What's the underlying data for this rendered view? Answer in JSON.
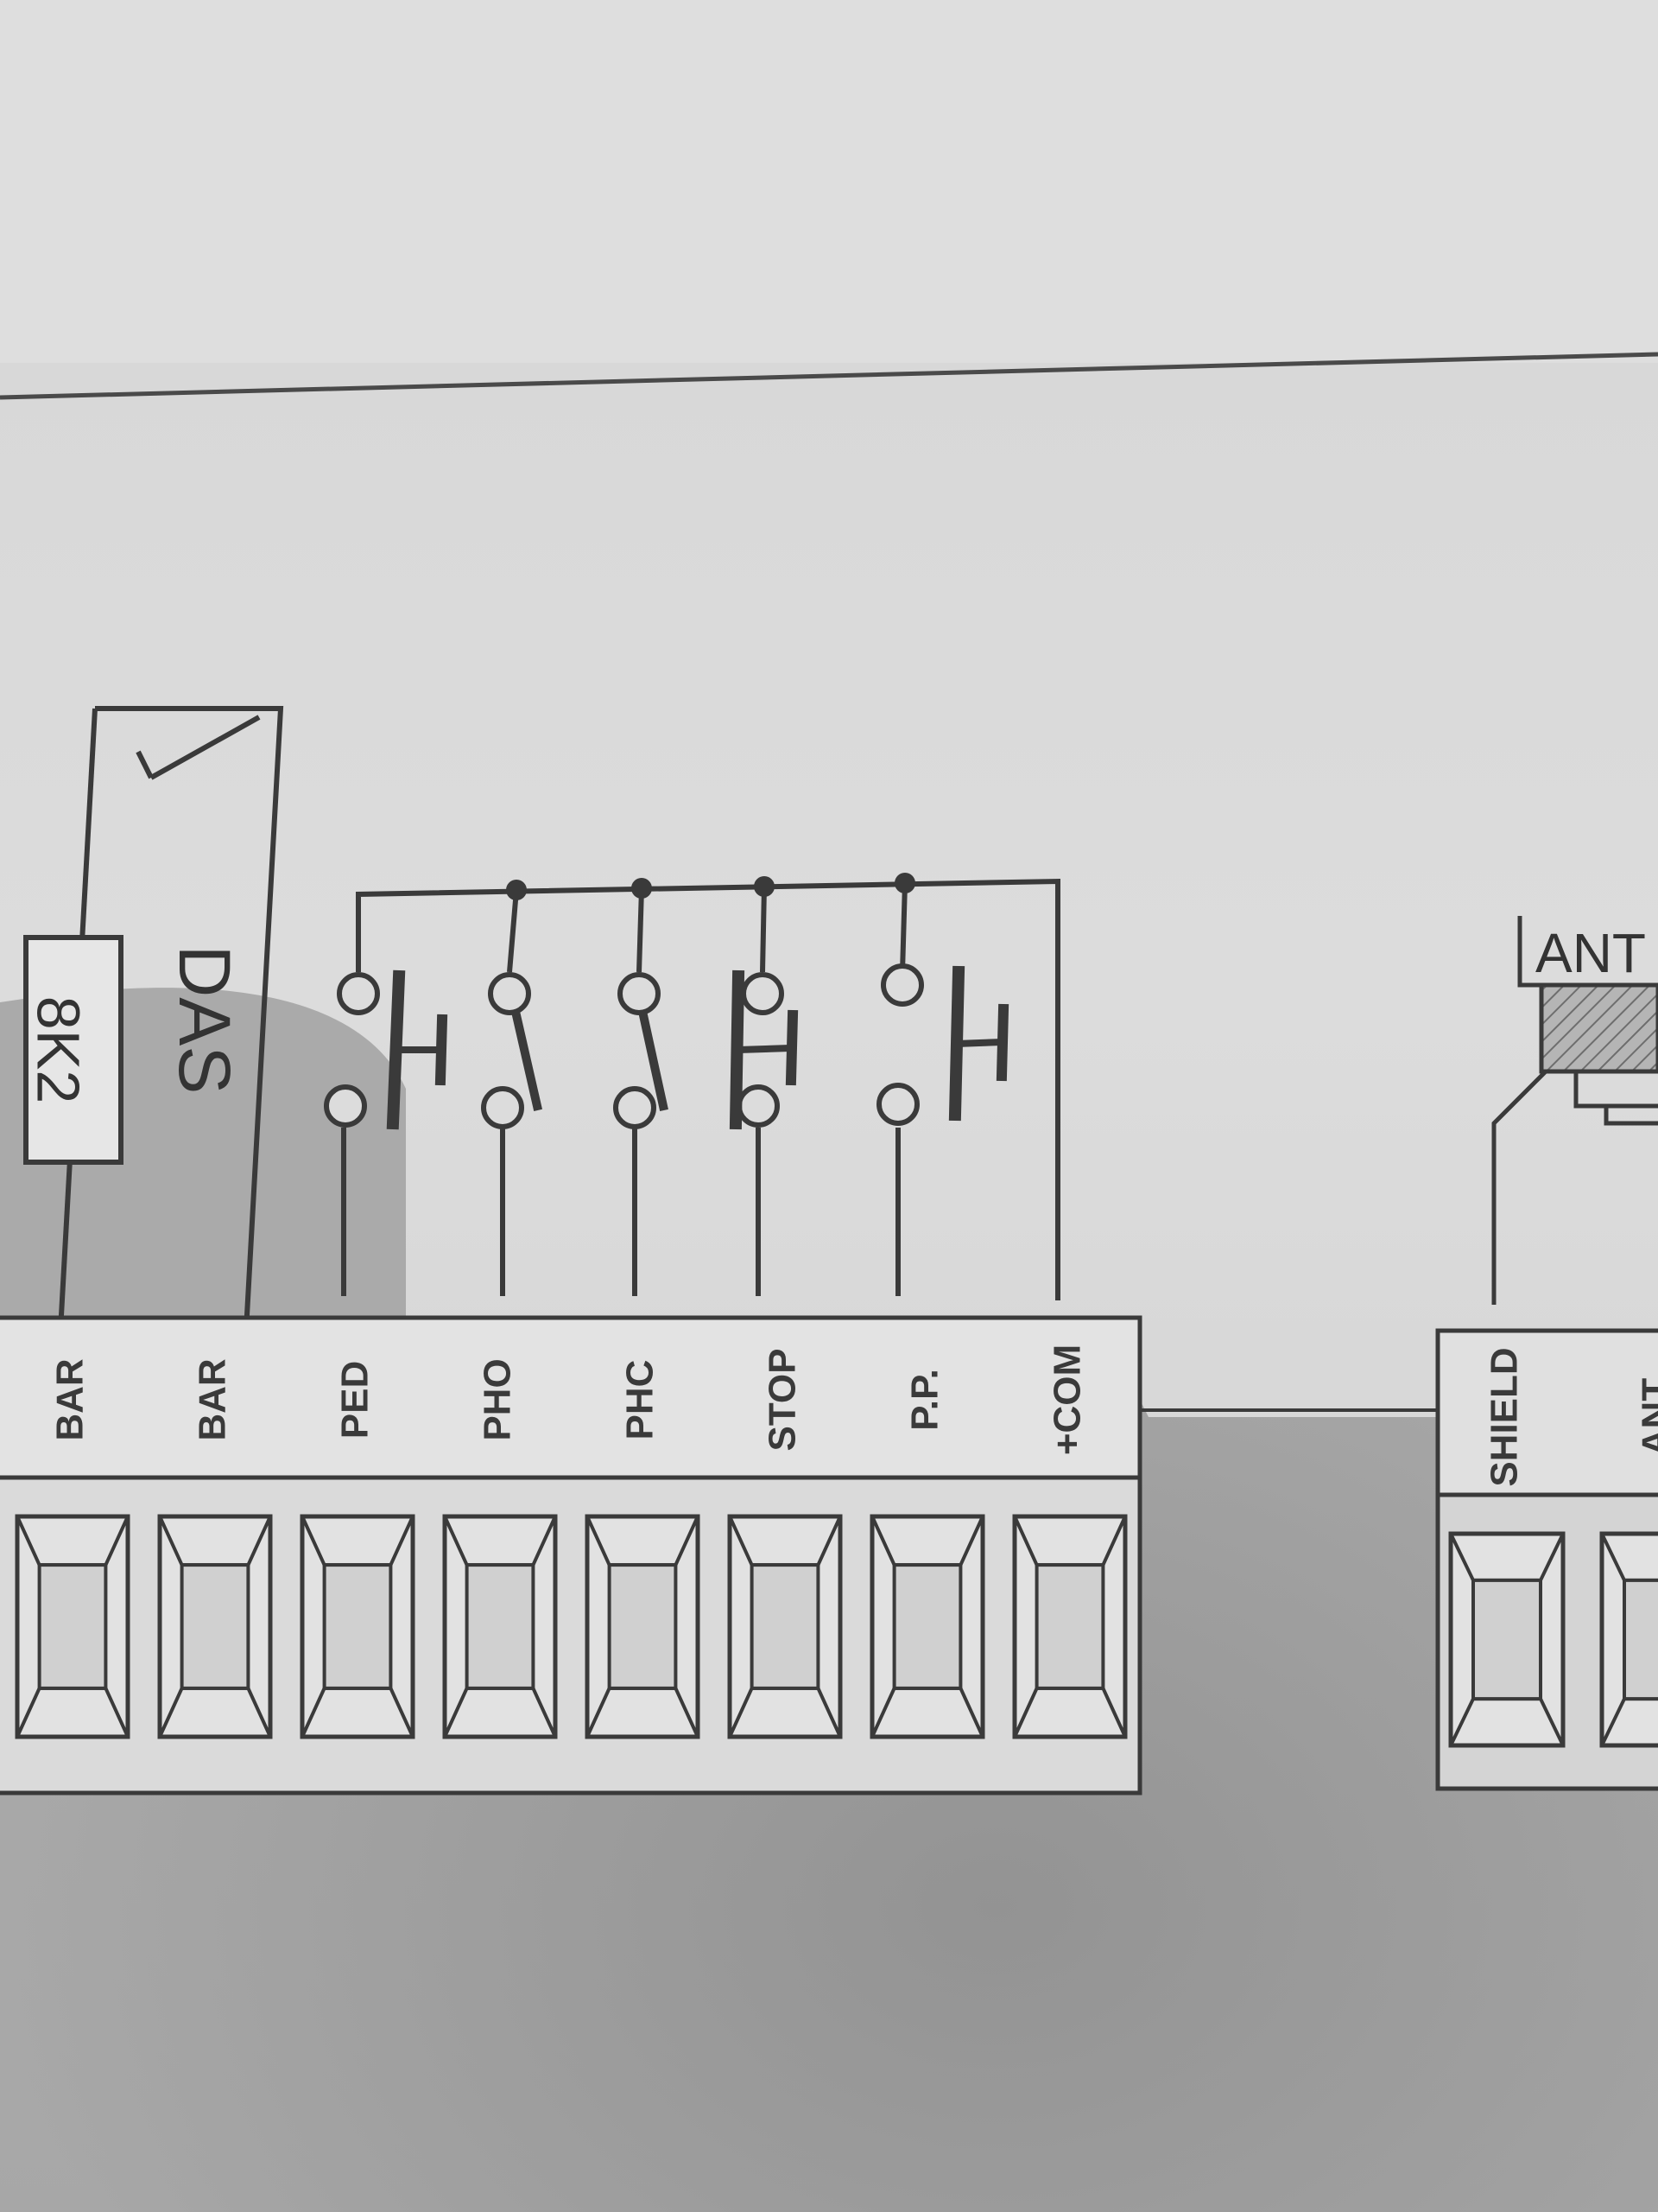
{
  "colors": {
    "paper": "#e4e4e4",
    "ink": "#3a3a3a",
    "shadow": "#8f8f8f"
  },
  "resistor": {
    "label": "8K2"
  },
  "safety_edge": {
    "label": "DAS"
  },
  "antenna": {
    "label": "ANT"
  },
  "terminals": [
    {
      "label": "BAR"
    },
    {
      "label": "BAR"
    },
    {
      "label": "PED"
    },
    {
      "label": "PHO"
    },
    {
      "label": "PHC"
    },
    {
      "label": "STOP"
    },
    {
      "label": "P.P."
    },
    {
      "label": "+COM"
    }
  ],
  "right_terminals": [
    {
      "label": "SHIELD"
    },
    {
      "label": "ANT"
    }
  ],
  "switches": [
    {
      "terminal": "PED",
      "contact": "normally-open"
    },
    {
      "terminal": "PHO",
      "contact": "normally-closed"
    },
    {
      "terminal": "PHC",
      "contact": "normally-closed"
    },
    {
      "terminal": "STOP",
      "contact": "normally-closed"
    },
    {
      "terminal": "P.P.",
      "contact": "normally-open"
    }
  ]
}
